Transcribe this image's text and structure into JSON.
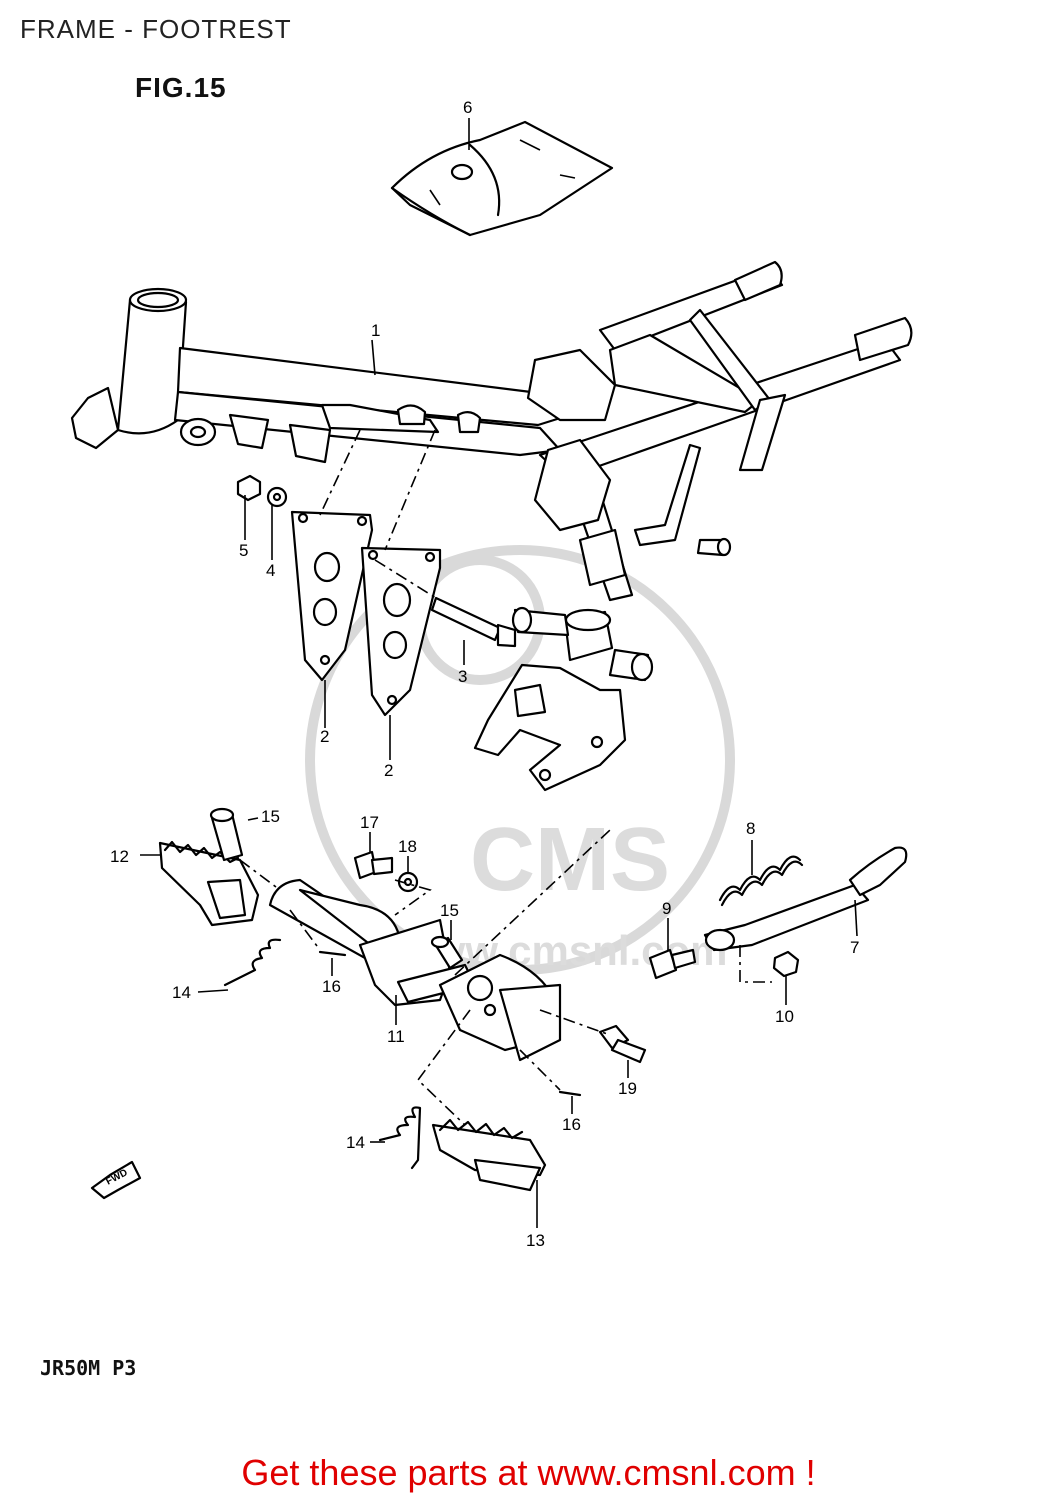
{
  "header": {
    "title": "FRAME - FOOTREST"
  },
  "figure": {
    "label": "FIG.15",
    "model_code": "JR50M P3",
    "fwd_label": "FWD"
  },
  "watermark": {
    "brand": "CMS",
    "site": "www.cmsnl.com"
  },
  "callouts": [
    "1",
    "2",
    "2",
    "3",
    "4",
    "5",
    "6",
    "7",
    "8",
    "9",
    "10",
    "11",
    "12",
    "13",
    "14",
    "14",
    "15",
    "15",
    "16",
    "16",
    "17",
    "18",
    "19"
  ],
  "footer": {
    "promo": "Get these parts at www.cmsnl.com !"
  }
}
